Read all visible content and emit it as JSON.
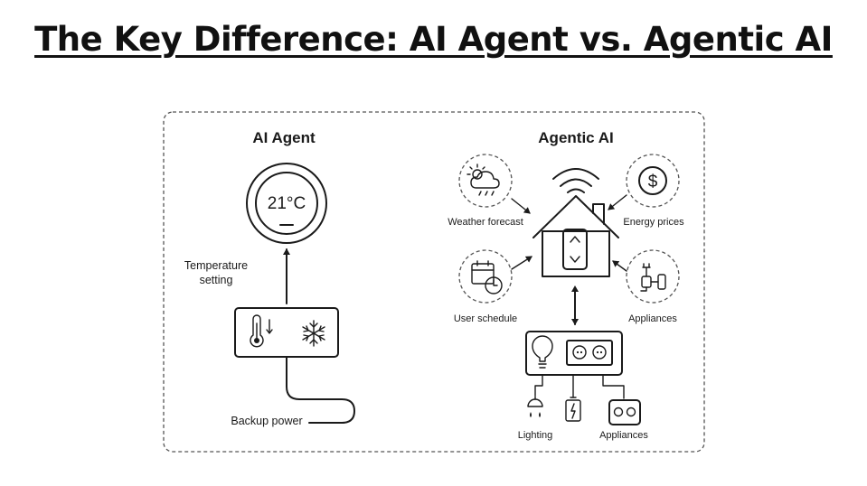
{
  "title": "The Key Difference: AI Agent vs. Agentic AI",
  "ai_agent": {
    "heading": "AI Agent",
    "thermostat_reading": "21°C",
    "temperature_setting_line1": "Temperature",
    "temperature_setting_line2": "setting",
    "backup_power": "Backup power",
    "icons": [
      "thermostat-icon",
      "thermometer-icon",
      "snowflake-icon",
      "power-cable-icon"
    ]
  },
  "agentic_ai": {
    "heading": "Agentic AI",
    "inputs": {
      "weather": "Weather forecast",
      "energy": "Energy prices",
      "schedule": "User schedule",
      "appliances": "Appliances"
    },
    "outputs": {
      "lighting": "Lighting",
      "appliances": "Appliances"
    },
    "icons": [
      "smart-home-icon",
      "wifi-icon",
      "weather-icon",
      "dollar-icon",
      "calendar-clock-icon",
      "plug-icon",
      "light-bulb-icon",
      "outlet-icon",
      "lamp-icon",
      "battery-icon"
    ]
  }
}
